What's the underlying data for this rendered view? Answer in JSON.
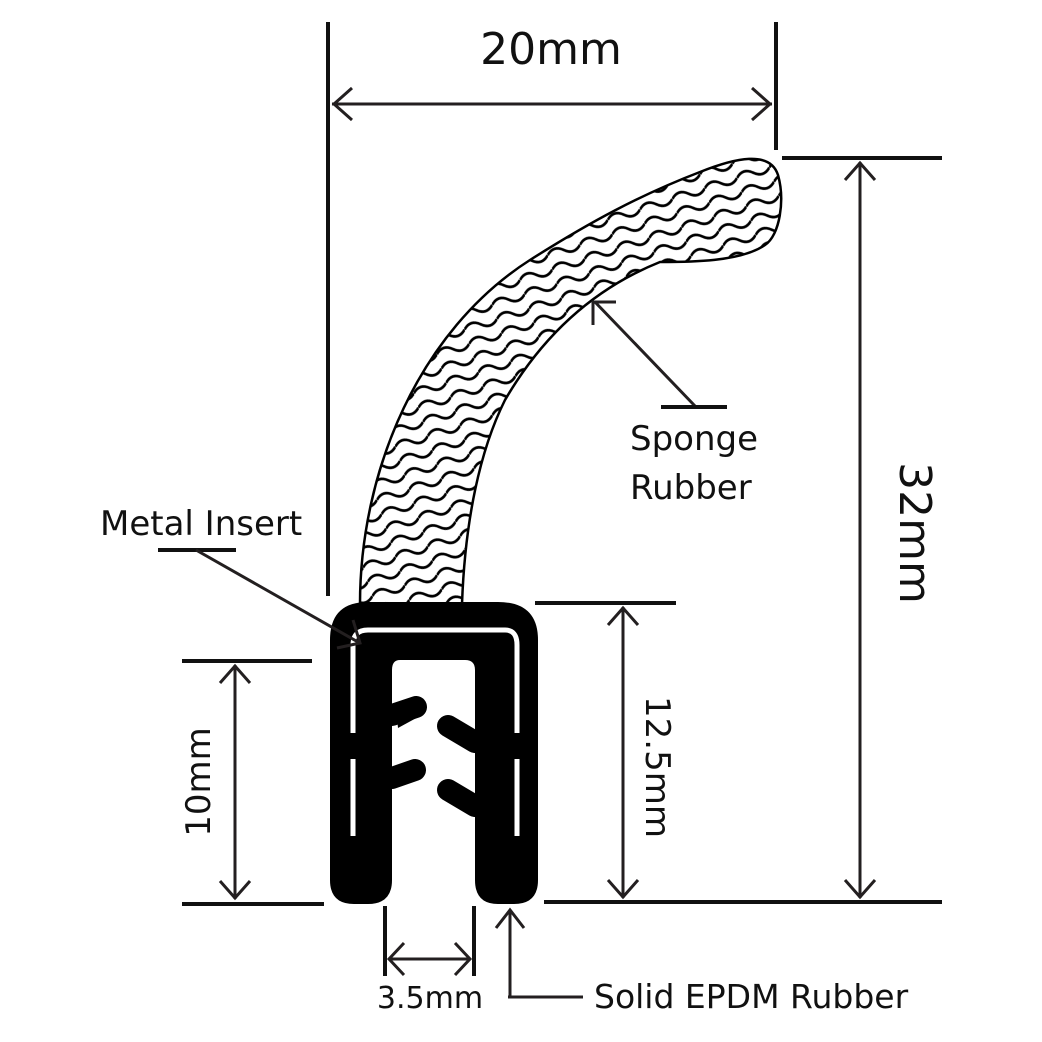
{
  "diagram": {
    "title": "Edge trim seal with sponge rubber bulb - cross section",
    "colors": {
      "ink": "#111111",
      "line": "#231f20",
      "background": "#ffffff"
    },
    "dimensions": {
      "width_overall": "20mm",
      "height_overall": "32mm",
      "clip_height": "12.5mm",
      "grip_depth": "10mm",
      "slot_width": "3.5mm"
    },
    "labels": {
      "sponge": {
        "line1": "Sponge",
        "line2": "Rubber"
      },
      "metal_insert": "Metal Insert",
      "solid_rubber": "Solid EPDM Rubber"
    }
  }
}
